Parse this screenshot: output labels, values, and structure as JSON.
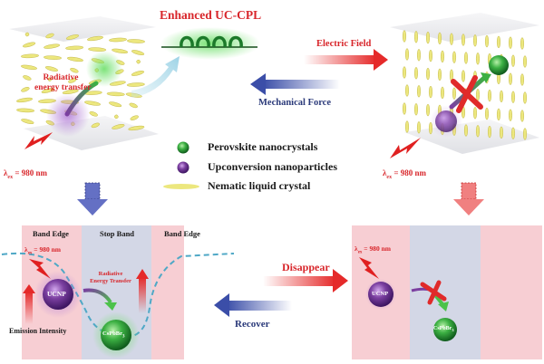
{
  "colors": {
    "red_label": "#d8262b",
    "navy_label": "#2b3a7a",
    "band_edge": "#f7ced3",
    "stop_band": "#d3d7e6",
    "perovskite": "#3cb043",
    "ucnp": "#7b3fa0",
    "liquid_crystal": "#ece77e",
    "dashed_curve": "#4fa8c6"
  },
  "top_left_cell": {
    "title": "Enhanced UC-CPL",
    "transfer_label_line1": "Radiative",
    "transfer_label_line2": "energy transfer",
    "excitation": {
      "symbol": "λ",
      "subscript": "ex",
      "value": " = 980 nm"
    }
  },
  "middle_arrows": {
    "forward": "Electric Field",
    "backward": "Mechanical Force"
  },
  "top_right_cell": {
    "excitation": {
      "symbol": "λ",
      "subscript": "ex",
      "value": " = 980 nm"
    },
    "blocked_icon": "red-cross-icon"
  },
  "legend": {
    "items": [
      {
        "icon": "green-sphere-icon",
        "label": "Perovskite nanocrystals"
      },
      {
        "icon": "purple-sphere-icon",
        "label": "Upconversion nanoparticles"
      },
      {
        "icon": "yellow-ellipse-icon",
        "label": "Nematic liquid crystal"
      }
    ]
  },
  "bottom_left_panel": {
    "bands": [
      "Band Edge",
      "Stop Band",
      "Band Edge"
    ],
    "excitation": {
      "symbol": "λ",
      "subscript": "ex",
      "value": " = 980 nm"
    },
    "ucnp_label": "UCNP",
    "perovskite_label": "CsPbBr",
    "perovskite_sub": "3",
    "transfer_line1": "Radiative",
    "transfer_line2": "Energy Transfer",
    "emission_label": "Emission Intensity"
  },
  "bottom_arrows": {
    "forward": "Disappear",
    "backward": "Recover"
  },
  "bottom_right_panel": {
    "excitation": {
      "symbol": "λ",
      "subscript": "ex",
      "value": " = 980 nm"
    },
    "ucnp_label": "UCNP",
    "perovskite_label": "CsPbBr",
    "perovskite_sub": "3"
  }
}
